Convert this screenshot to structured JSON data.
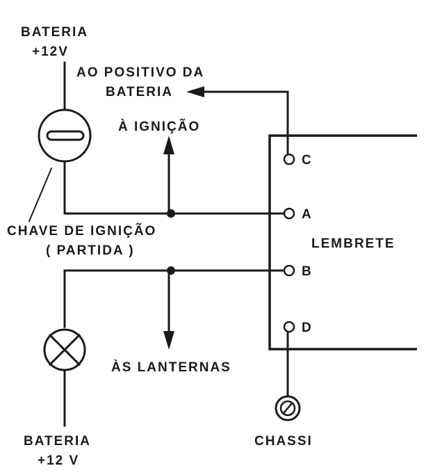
{
  "labels": {
    "battery_top_line1": "BATERIA",
    "battery_top_line2": "+12V",
    "to_battery_positive_line1": "AO POSITIVO DA",
    "to_battery_positive_line2": "BATERIA",
    "to_ignition": "À IGNIÇÃO",
    "ignition_switch_line1": "CHAVE DE IGNIÇÃO",
    "ignition_switch_line2": "( PARTIDA )",
    "module": "LEMBRETE",
    "to_lights": "ÀS LANTERNAS",
    "battery_bottom_line1": "BATERIA",
    "battery_bottom_line2": "+12 V",
    "chassis": "CHASSI",
    "terminal_c": "C",
    "terminal_a": "A",
    "terminal_b": "B",
    "terminal_d": "D"
  }
}
